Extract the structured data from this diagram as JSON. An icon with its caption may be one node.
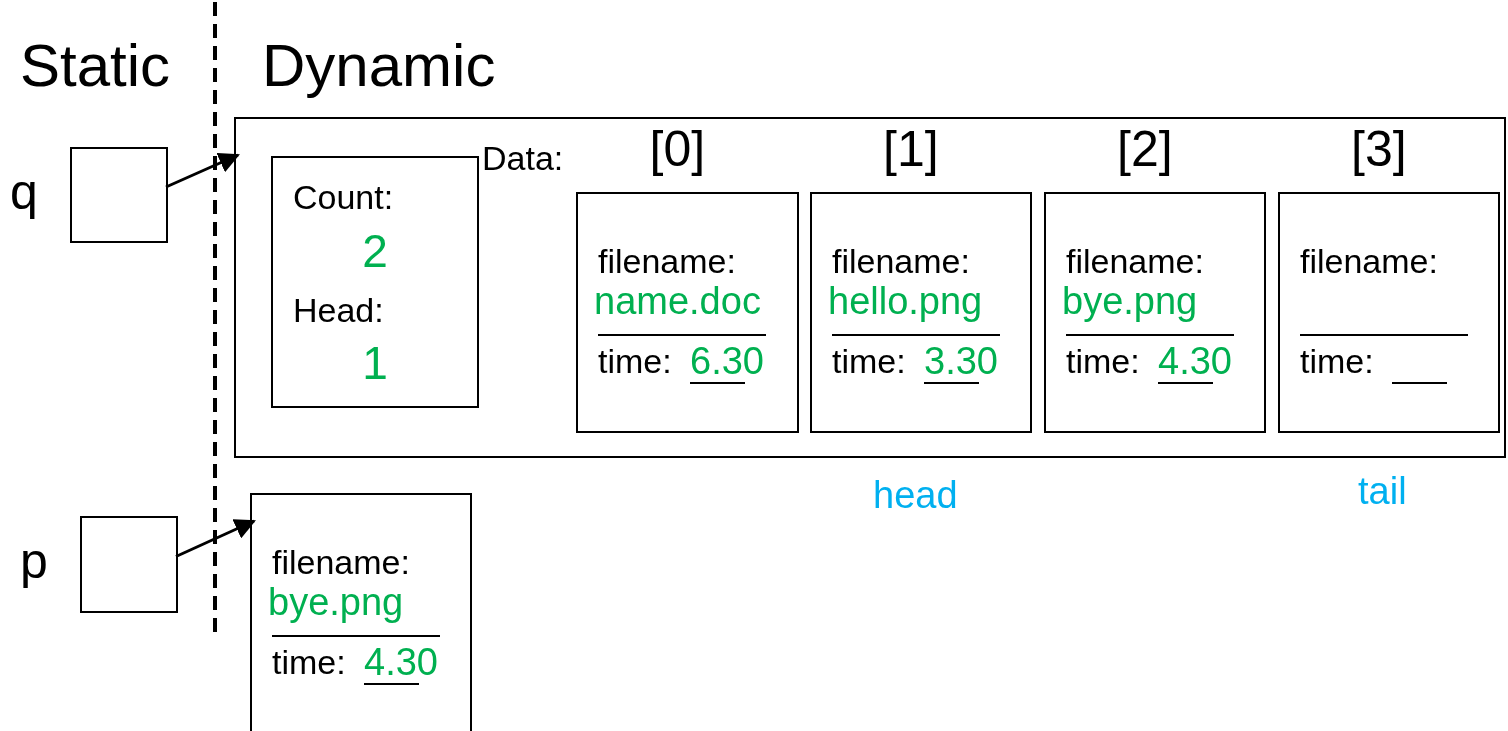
{
  "diagram": {
    "nodes": [
      {
        "text": [],
        "shape": "box",
        "beside": [
          "q"
        ]
      },
      {
        "text": [],
        "shape": "box",
        "beside": [
          "p"
        ]
      },
      {
        "text": [
          "Data:"
        ]
      },
      {
        "text": [
          "Count:",
          "2",
          "Head:",
          "1"
        ],
        "in": 2
      },
      {
        "text": [
          "filename:",
          "name.doc",
          "time:",
          "6.30"
        ],
        "in": 2,
        "beside": [
          "[0]"
        ]
      },
      {
        "text": [
          "filename:",
          "hello.png",
          "time:",
          "3.30"
        ],
        "in": 2,
        "beside": [
          "[1]"
        ]
      },
      {
        "text": [
          "filename:",
          "bye.png",
          "time:",
          "4.30"
        ],
        "in": 2,
        "beside": [
          "[2]"
        ]
      },
      {
        "text": [
          "filename:",
          "time:"
        ],
        "in": 2,
        "beside": [
          "[3]"
        ]
      },
      {
        "text": [
          "filename:",
          "bye.png",
          "time:",
          "4.30"
        ]
      }
    ],
    "edges": [
      {
        "from": 0,
        "to": 2,
        "arrow": "to"
      },
      {
        "from": 1,
        "to": 8,
        "arrow": "to"
      }
    ],
    "labels": [
      "Static",
      "Dynamic",
      "head",
      "tail"
    ]
  }
}
